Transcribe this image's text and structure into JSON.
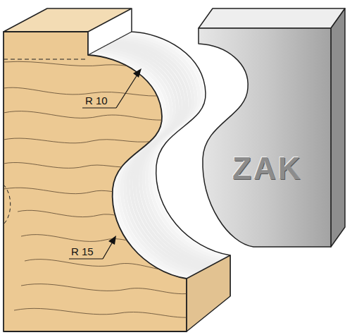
{
  "diagram": {
    "labels": [
      "R 10",
      "R 15",
      "ZAK"
    ]
  }
}
